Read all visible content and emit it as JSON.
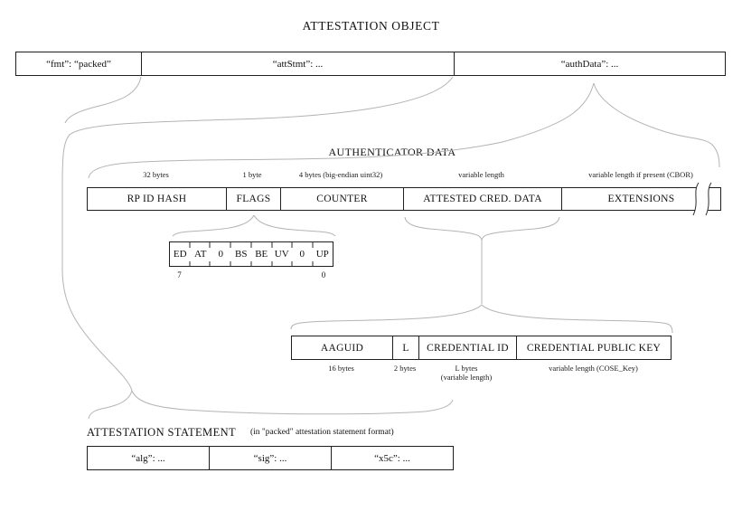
{
  "diagram_title": "ATTESTATION OBJECT",
  "attestation_object": {
    "cells": [
      {
        "label": "“fmt”: “packed”"
      },
      {
        "label": "“attStmt”: ..."
      },
      {
        "label": "“authData”: ..."
      }
    ]
  },
  "authenticator_data": {
    "title": "AUTHENTICATOR DATA",
    "cells": [
      {
        "label": "RP ID HASH",
        "size": "32 bytes"
      },
      {
        "label": "FLAGS",
        "size": "1 byte"
      },
      {
        "label": "COUNTER",
        "size": "4 bytes (big-endian uint32)"
      },
      {
        "label": "ATTESTED CRED. DATA",
        "size": "variable length"
      },
      {
        "label": "EXTENSIONS",
        "size": "variable length if present (CBOR)"
      }
    ]
  },
  "flags_bits": {
    "bits": [
      "ED",
      "AT",
      "0",
      "BS",
      "BE",
      "UV",
      "0",
      "UP"
    ],
    "msb_index": "7",
    "lsb_index": "0"
  },
  "attested_cred_data": {
    "cells": [
      {
        "label": "AAGUID",
        "size": "16 bytes"
      },
      {
        "label": "L",
        "size": "2 bytes"
      },
      {
        "label": "CREDENTIAL ID",
        "size": "L bytes",
        "size_line2": "(variable length)"
      },
      {
        "label": "CREDENTIAL PUBLIC KEY",
        "size": "variable length (COSE_Key)"
      }
    ]
  },
  "attestation_statement": {
    "title": "ATTESTATION STATEMENT",
    "subtitle": "(in \"packed\" attestation statement format)",
    "cells": [
      {
        "label": "“alg”: ..."
      },
      {
        "label": "“sig”: ..."
      },
      {
        "label": "“x5c”: ..."
      }
    ]
  },
  "colors": {
    "box_border": "#1f1f1f",
    "brace": "#b4b4b4",
    "text": "#111111",
    "background": "#ffffff"
  }
}
